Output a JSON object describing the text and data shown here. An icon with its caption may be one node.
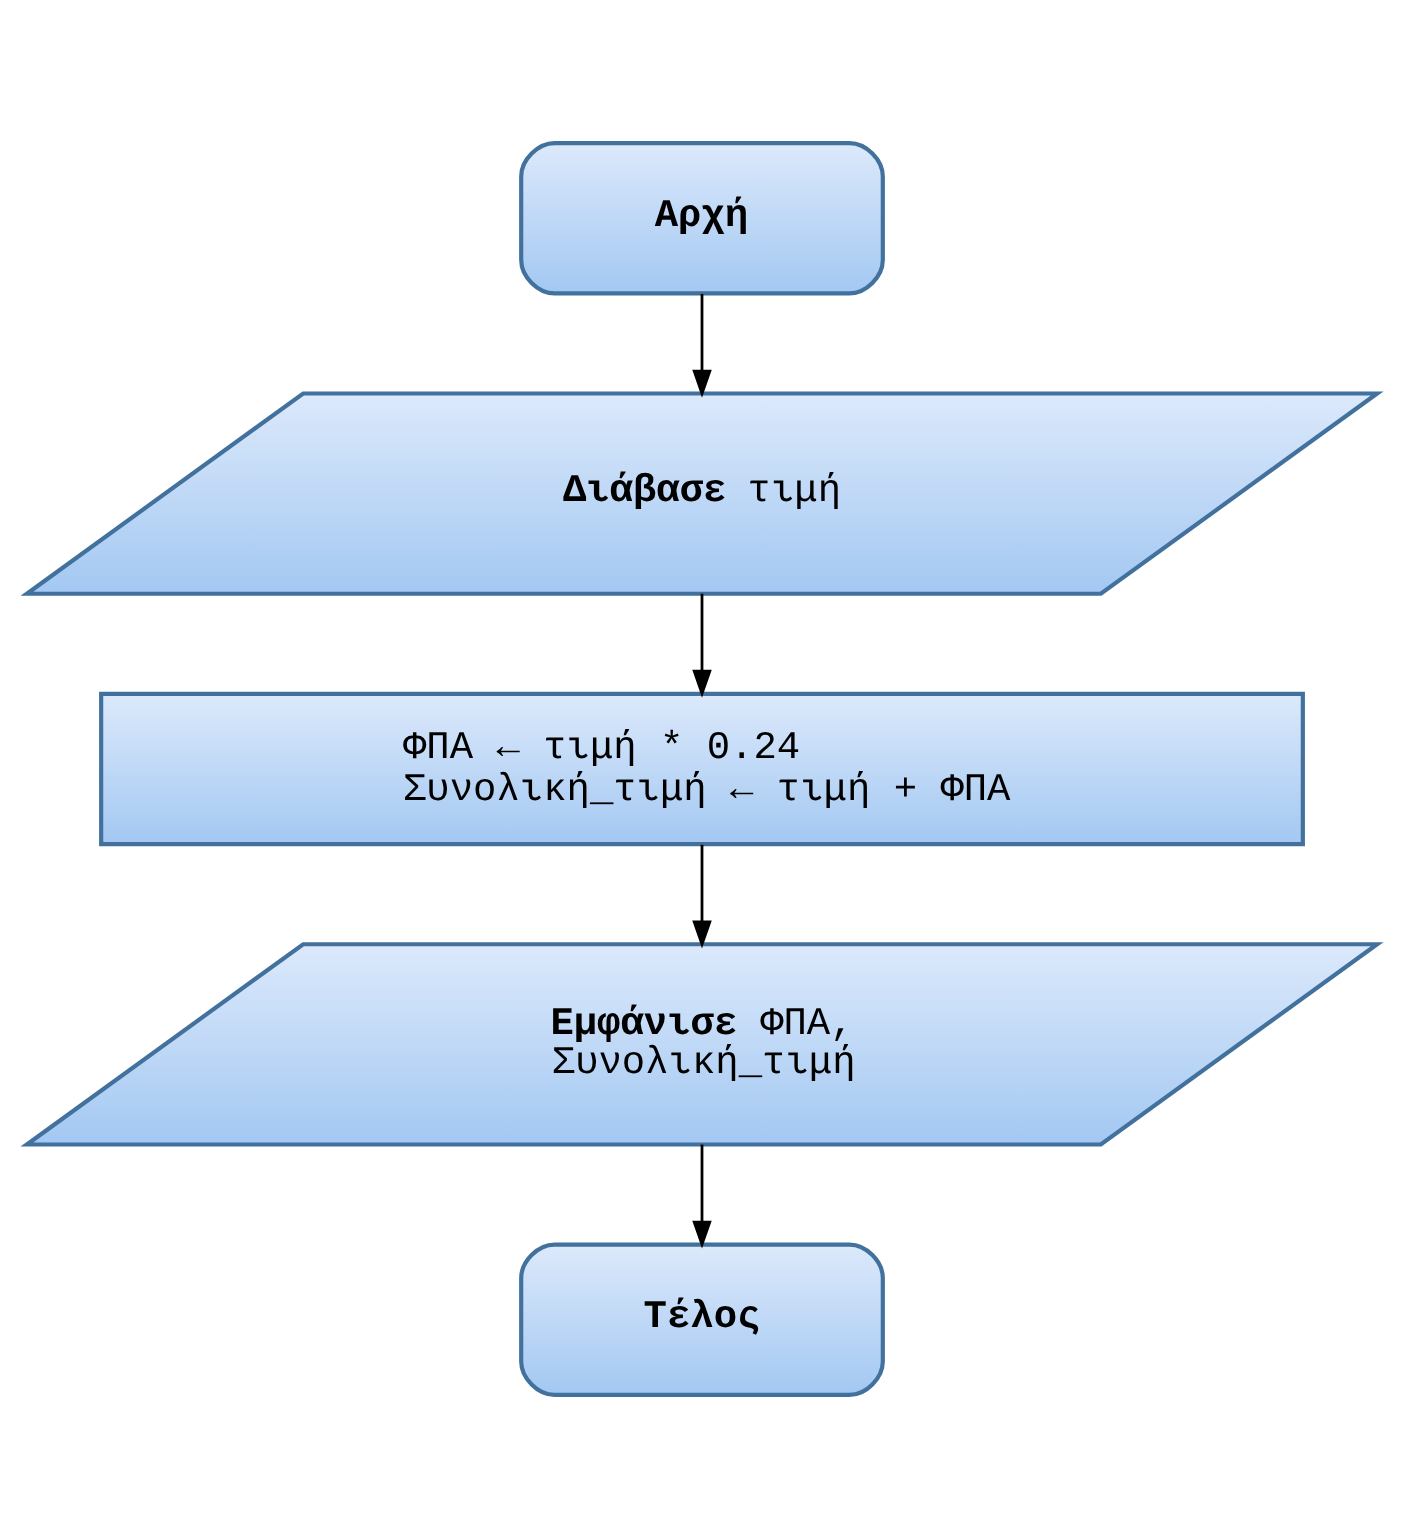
{
  "diagram": {
    "nodes": [
      {
        "text": [
          "Αρχή"
        ]
      },
      {
        "text": [
          "**Διάβασε** τιμή"
        ]
      },
      {
        "text": [
          "ΦΠΑ ← τιμή * 0.24",
          "Συνολική_τιμή ← τιμή + ΦΠΑ"
        ]
      },
      {
        "text": [
          "**Εμφάνισε** ΦΠΑ, Συνολική_τιμή"
        ]
      },
      {
        "text": [
          "Τέλος"
        ]
      }
    ],
    "edges": [
      {
        "from": 0,
        "to": 1,
        "arrow": "to"
      },
      {
        "from": 1,
        "to": 2,
        "arrow": "to"
      },
      {
        "from": 2,
        "to": 3,
        "arrow": "to"
      },
      {
        "from": 3,
        "to": 4,
        "arrow": "to"
      }
    ]
  }
}
